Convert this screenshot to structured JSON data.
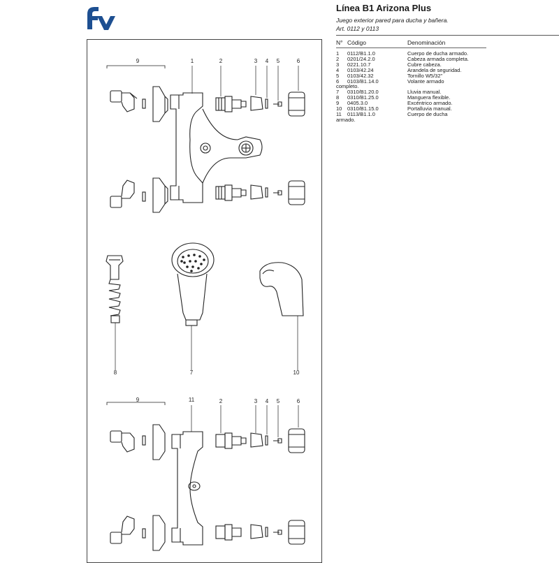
{
  "header": {
    "brand": "fv",
    "title": "Línea B1 Arizona Plus",
    "subtitle": "Juego exterior pared para ducha y bañera.",
    "article": "Art. 0112 y 0113"
  },
  "parts_table": {
    "col_num": "N°",
    "col_code": "Código",
    "col_name": "Denominación",
    "rows": [
      {
        "n": "1",
        "code": "0112/B1.1.0",
        "name": "Cuerpo de ducha armado."
      },
      {
        "n": "2",
        "code": "0201/24.2.0",
        "name": "Cabeza armada completa."
      },
      {
        "n": "3",
        "code": "0221.10.7",
        "name": "Cubre cabeza."
      },
      {
        "n": "4",
        "code": "0103/42.24",
        "name": "Arandela de seguridad."
      },
      {
        "n": "5",
        "code": "0103/42.32",
        "name": "Tornillo W5/32\""
      },
      {
        "n": "6",
        "code": "0103/B1.14.0",
        "name": "Volante armado",
        "cont": "completo."
      },
      {
        "n": "7",
        "code": "0310/B1.20.0",
        "name": "Lluvia manual."
      },
      {
        "n": "8",
        "code": "0310/B1.25.0",
        "name": "Manguera flexible."
      },
      {
        "n": "9",
        "code": "0405.3.0",
        "name": "Excéntrico armado."
      },
      {
        "n": "10",
        "code": "0310/B1.15.0",
        "name": "Portalluvia manual."
      },
      {
        "n": "11",
        "code": "0113/B1.1.0",
        "name": "Cuerpo de ducha",
        "cont": "armado."
      }
    ]
  },
  "diagram_labels": {
    "top": [
      "9",
      "1",
      "2",
      "3",
      "4",
      "5",
      "6"
    ],
    "middle": [
      "8",
      "7",
      "10"
    ],
    "bottom": [
      "9",
      "11",
      "2",
      "3",
      "4",
      "5",
      "6"
    ]
  }
}
